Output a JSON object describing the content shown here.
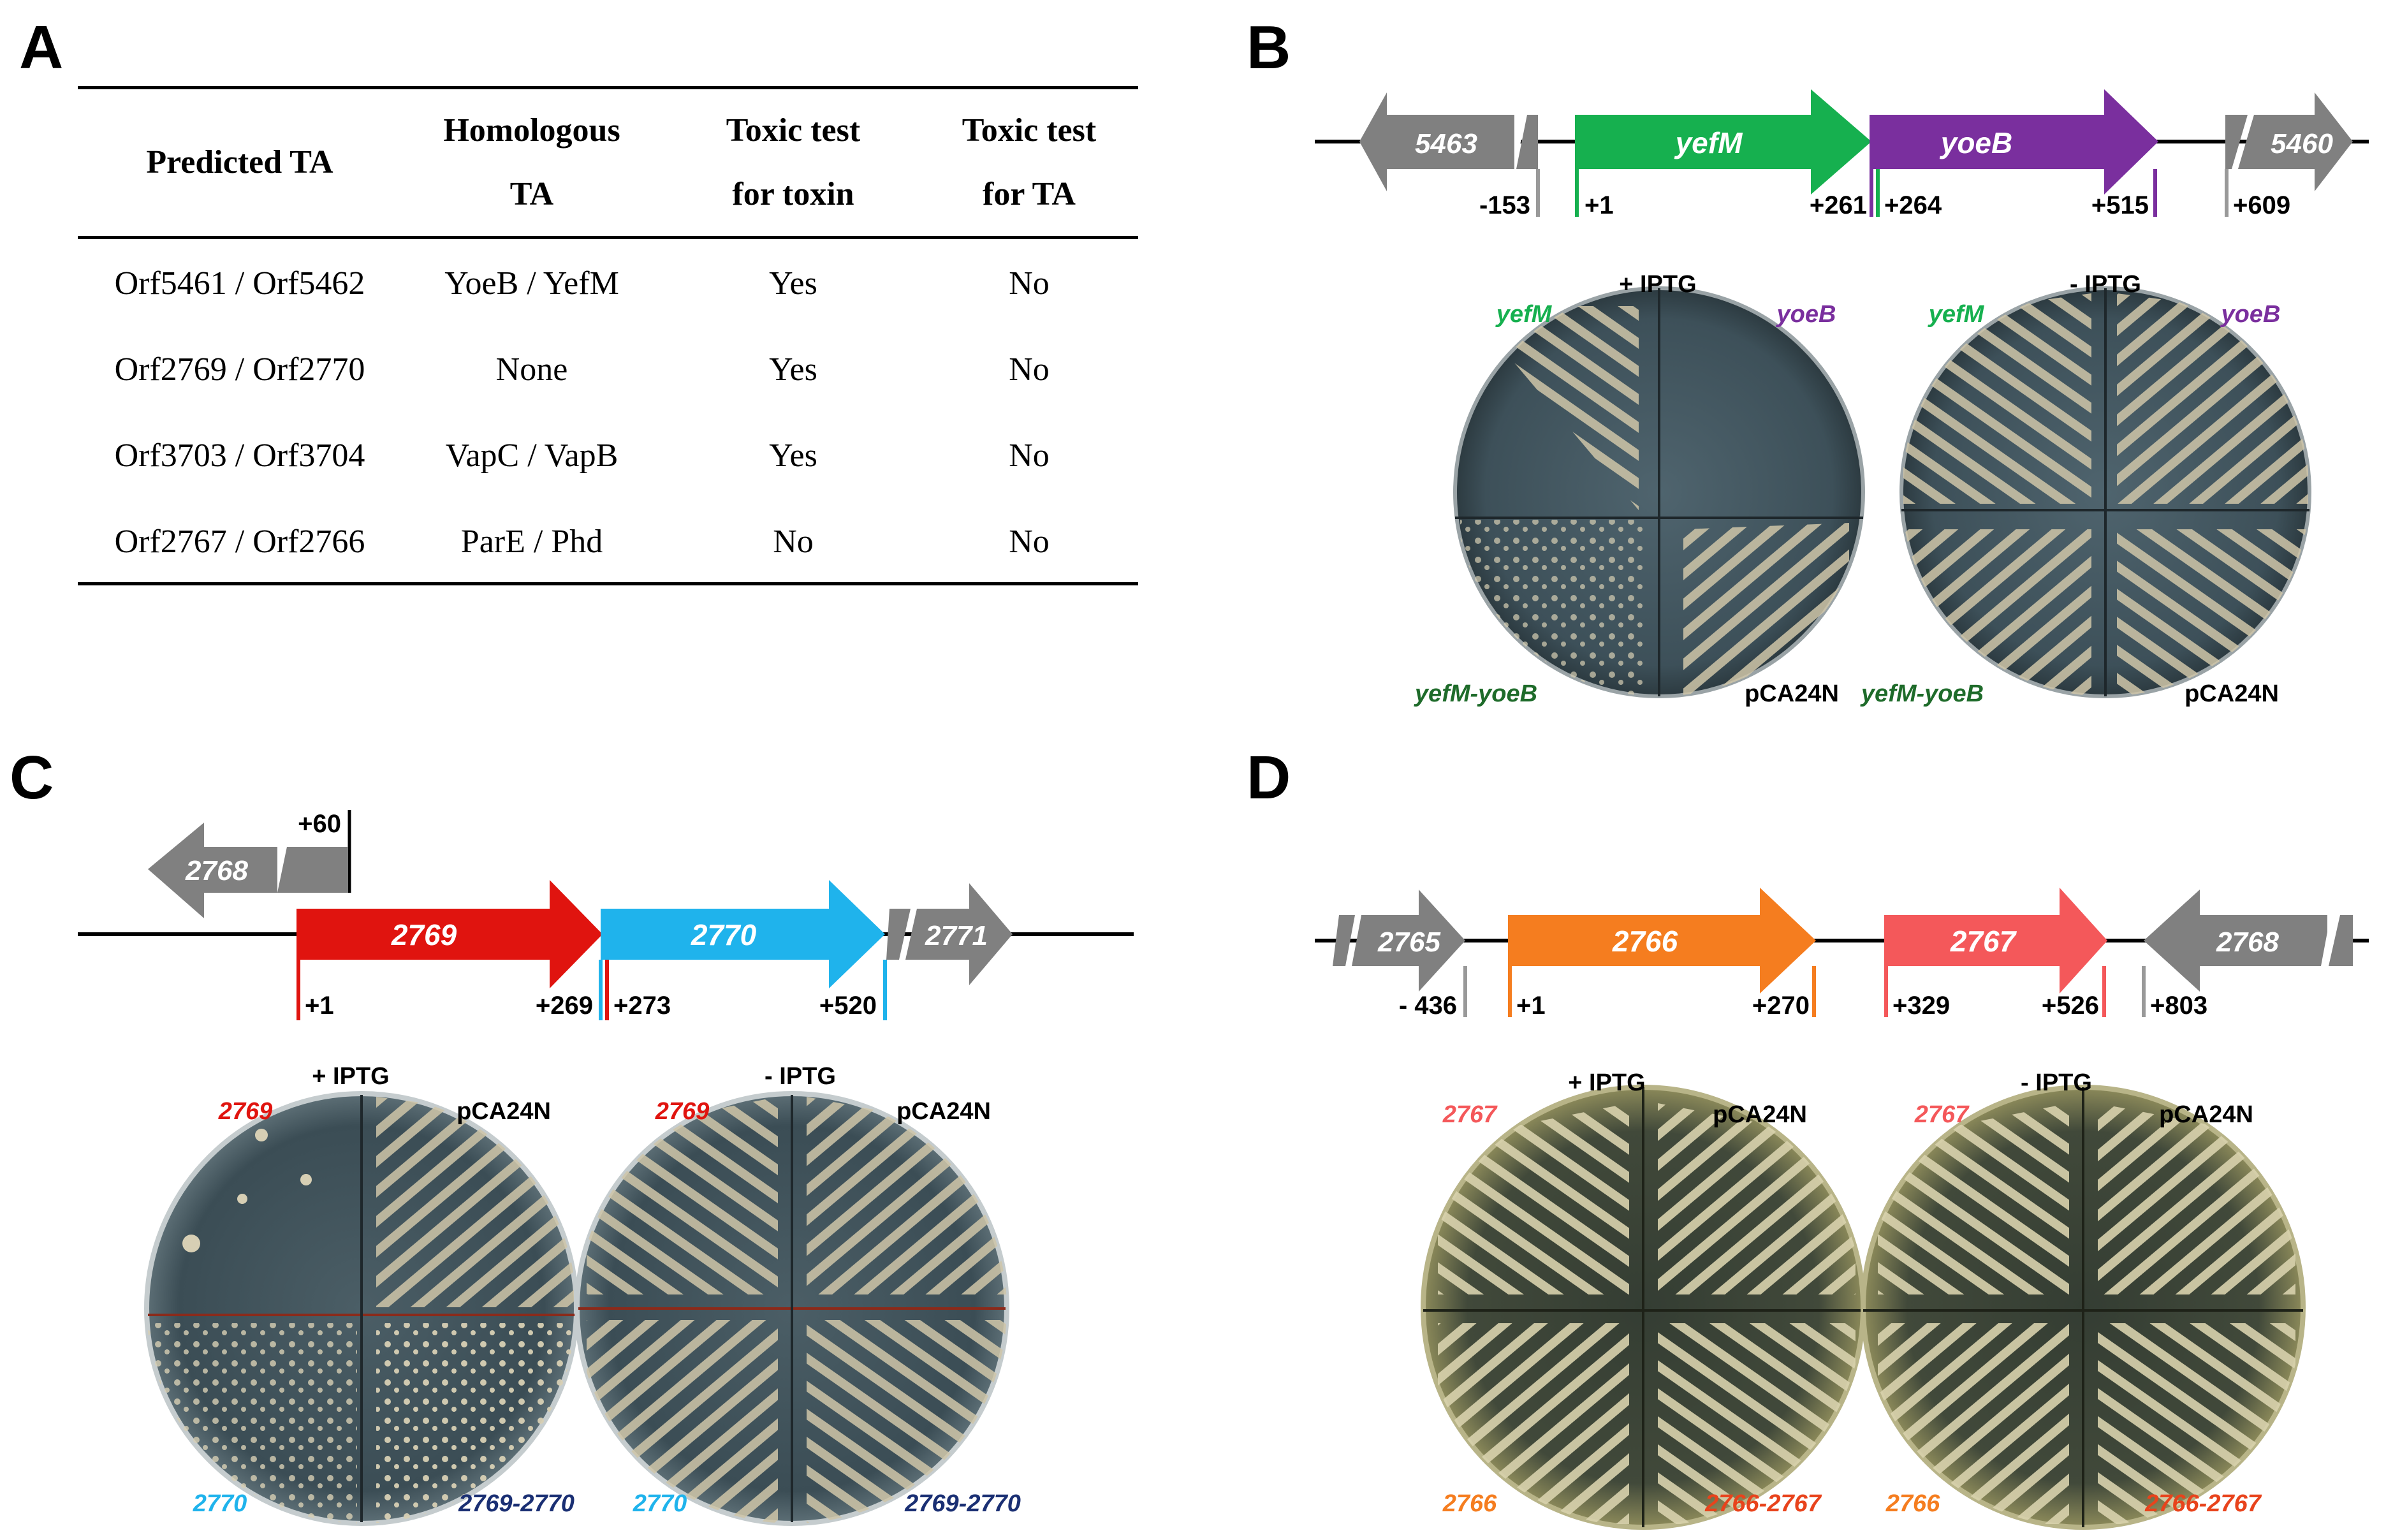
{
  "panels": {
    "a": "A",
    "b": "B",
    "c": "C",
    "d": "D"
  },
  "table": {
    "headers": [
      [
        "Predicted TA"
      ],
      [
        "Homologous",
        "TA"
      ],
      [
        "Toxic test",
        "for toxin"
      ],
      [
        "Toxic test",
        "for TA"
      ]
    ],
    "rows": [
      [
        "Orf5461 / Orf5462",
        "YoeB / YefM",
        "Yes",
        "No"
      ],
      [
        "Orf2769 / Orf2770",
        "None",
        "Yes",
        "No"
      ],
      [
        "Orf3703 / Orf3704",
        "VapC / VapB",
        "Yes",
        "No"
      ],
      [
        "Orf2767 / Orf2766",
        "ParE / Phd",
        "No",
        "No"
      ]
    ]
  },
  "panelB": {
    "genes": {
      "g5463": "5463",
      "yefM": "yefM",
      "yoeB": "yoeB",
      "g5460": "5460"
    },
    "positions": {
      "p1": "-153",
      "p2": "+1",
      "p3": "+261",
      "p4": "+264",
      "p5": "+515",
      "p6": "+609"
    },
    "plate_plus": {
      "condition": "+ IPTG",
      "tl": "yefM",
      "tr": "yoeB",
      "bl": "yefM-yoeB",
      "br": "pCA24N"
    },
    "plate_minus": {
      "condition": "- IPTG",
      "tl": "yefM",
      "tr": "yoeB",
      "bl": "yefM-yoeB",
      "br": "pCA24N"
    }
  },
  "panelC": {
    "genes": {
      "g2768": "2768",
      "g2769": "2769",
      "g2770": "2770",
      "g2771": "2771"
    },
    "positions": {
      "p0": "+60",
      "p1": "+1",
      "p2": "+269",
      "p3": "+273",
      "p4": "+520"
    },
    "plate_plus": {
      "condition": "+ IPTG",
      "tl": "2769",
      "tr": "pCA24N",
      "bl": "2770",
      "br": "2769-2770"
    },
    "plate_minus": {
      "condition": "- IPTG",
      "tl": "2769",
      "tr": "pCA24N",
      "bl": "2770",
      "br": "2769-2770"
    }
  },
  "panelD": {
    "genes": {
      "g2765": "2765",
      "g2766": "2766",
      "g2767": "2767",
      "g2768": "2768"
    },
    "positions": {
      "p1": "- 436",
      "p2": "+1",
      "p3": "+270",
      "p4": "+329",
      "p5": "+526",
      "p6": "+803"
    },
    "plate_plus": {
      "condition": "+ IPTG",
      "tl": "2767",
      "tr": "pCA24N",
      "bl": "2766",
      "br": "2766-2767"
    },
    "plate_minus": {
      "condition": "- IPTG",
      "tl": "2767",
      "tr": "pCA24N",
      "bl": "2766",
      "br": "2766-2767"
    }
  },
  "colors": {
    "yefM": "#16b04f",
    "yoeB": "#7a2f9e",
    "yefM_yoeB": "#1e6b2a",
    "g2769": "#e0140f",
    "g2770": "#1fb3ec",
    "g2769_2770": "#1a2f73",
    "g2766": "#f57d1f",
    "g2767": "#f4585a",
    "g2766_2767": "#e8431c",
    "neighbor": "#7f7f7f"
  }
}
